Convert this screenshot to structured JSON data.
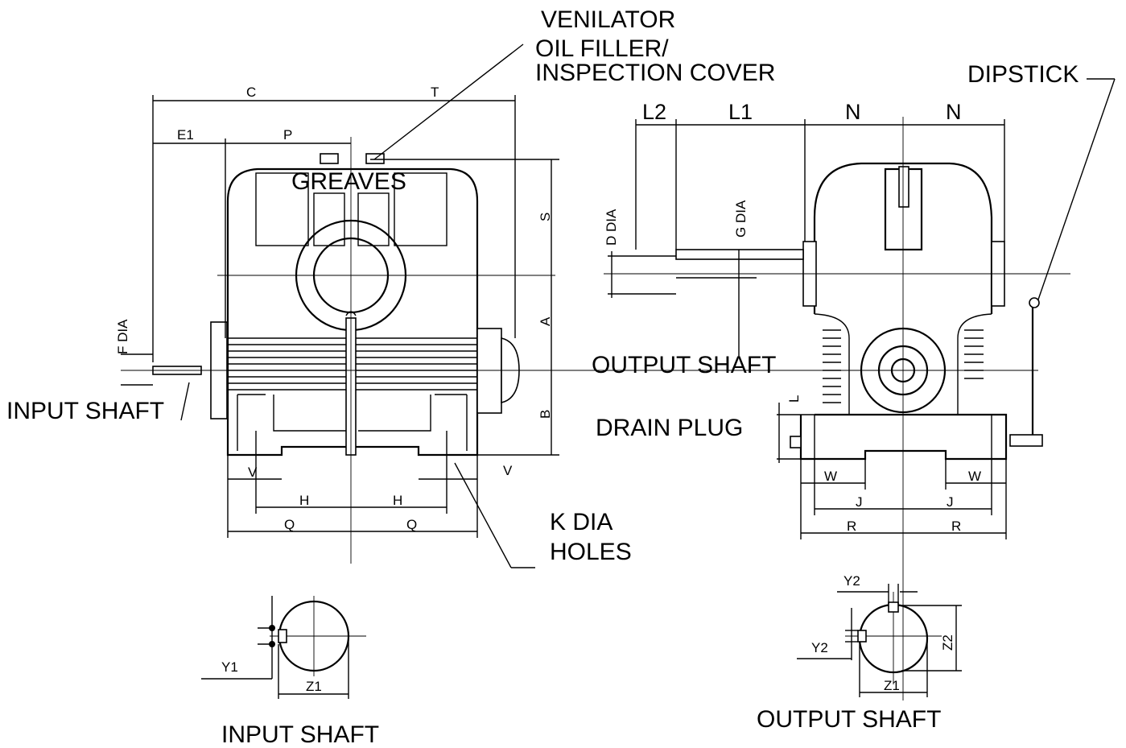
{
  "labels": {
    "venilator": "VENILATOR",
    "oil_filler_1": "OIL FILLER/",
    "oil_filler_2": "INSPECTION COVER",
    "dipstick": "DIPSTICK",
    "greaves": "GREAVES",
    "output_shaft_callout": "OUTPUT SHAFT",
    "input_shaft_callout": "INPUT SHAFT",
    "drain_plug": "DRAIN PLUG",
    "k_dia_1": "K DIA",
    "k_dia_2": "HOLES",
    "input_shaft_title": "INPUT SHAFT",
    "output_shaft_title": "OUTPUT SHAFT"
  },
  "dimensions": {
    "c": "C",
    "t": "T",
    "e1": "E1",
    "p": "P",
    "s": "S",
    "a": "A",
    "b": "B",
    "f_dia": "F DIA",
    "v_left": "V",
    "v_right": "V",
    "h_left": "H",
    "h_right": "H",
    "q_left": "Q",
    "q_right": "Q",
    "l2": "L2",
    "l1": "L1",
    "n_left": "N",
    "n_right": "N",
    "d_dia": "D DIA",
    "g_dia": "G DIA",
    "l": "L",
    "w_left": "W",
    "w_right": "W",
    "j_left": "J",
    "j_right": "J",
    "r_left": "R",
    "r_right": "R",
    "y1": "Y1",
    "z1_in": "Z1",
    "y2_top": "Y2",
    "y2_side": "Y2",
    "z2": "Z2",
    "z1_out": "Z1"
  }
}
